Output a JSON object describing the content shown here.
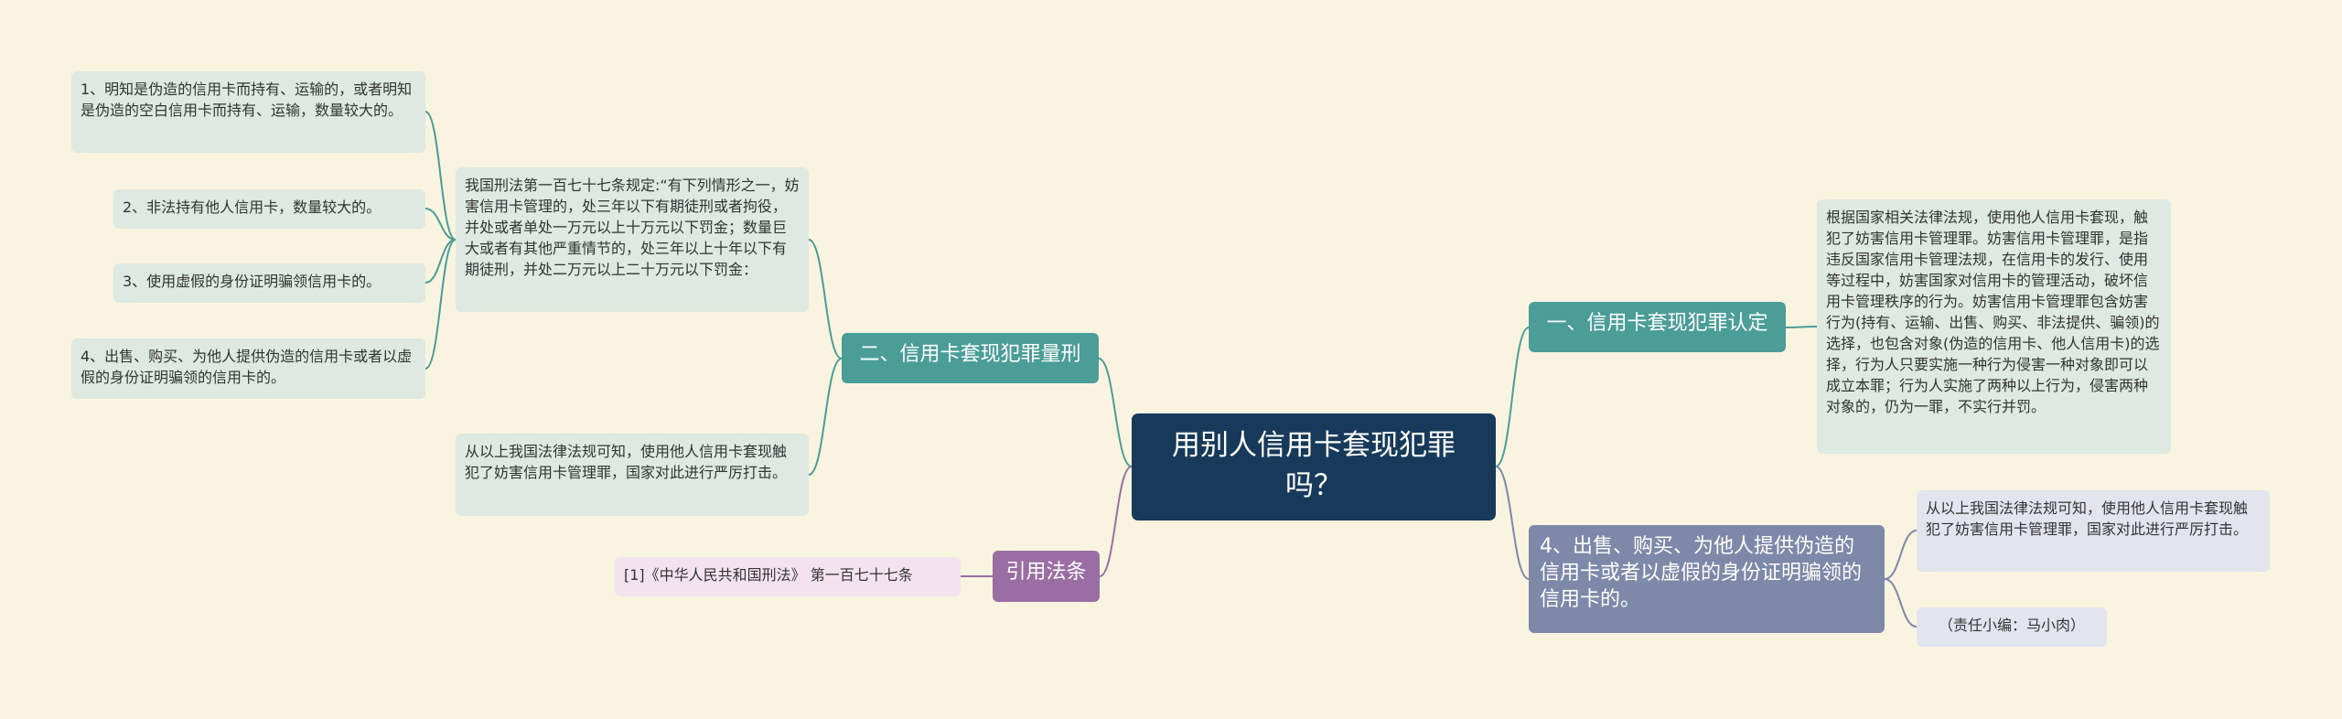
{
  "colors": {
    "background": "#f9f4e0",
    "root": "#173a5a",
    "branch_teal": "#4b9d98",
    "branch_purple": "#9a6ea3",
    "branch_slate": "#7e88a8",
    "leaf_teal": "#dde9e1",
    "leaf_pink": "#f3e3ef",
    "leaf_lavender": "#e3e5ee",
    "line_teal": "#4b9d98",
    "line_purple": "#9a6ea3",
    "line_slate": "#7e88a8"
  },
  "root": {
    "text": "用别人信用卡套现犯罪吗？"
  },
  "left_branch": {
    "label": "二、信用卡套现犯罪量刑",
    "statute": "我国刑法第一百七十七条规定:“有下列情形之一，妨害信用卡管理的，处三年以下有期徒刑或者拘役，并处或者单处一万元以上十万元以下罚金；数量巨大或者有其他严重情节的，处三年以上十年以下有期徒刑，并处二万元以上二十万元以下罚金：",
    "situations": [
      "1、明知是伪造的信用卡而持有、运输的，或者明知是伪造的空白信用卡而持有、运输，数量较大的。",
      "2、非法持有他人信用卡，数量较大的。",
      "3、使用虚假的身份证明骗领信用卡的。",
      "4、出售、购买、为他人提供伪造的信用卡或者以虚假的身份证明骗领的信用卡的。"
    ],
    "conclusion": "从以上我国法律法规可知，使用他人信用卡套现触犯了妨害信用卡管理罪，国家对此进行严厉打击。"
  },
  "citation_branch": {
    "label": "引用法条",
    "item": "[1]《中华人民共和国刑法》 第一百七十七条"
  },
  "right_branch_1": {
    "label": "一、信用卡套现犯罪认定",
    "detail": "根据国家相关法律法规，使用他人信用卡套现，触犯了妨害信用卡管理罪。妨害信用卡管理罪，是指违反国家信用卡管理法规，在信用卡的发行、使用等过程中，妨害国家对信用卡的管理活动，破坏信用卡管理秩序的行为。妨害信用卡管理罪包含妨害行为(持有、运输、出售、购买、非法提供、骗领)的选择，也包含对象(伪造的信用卡、他人信用卡)的选择，行为人只要实施一种行为侵害一种对象即可以成立本罪；行为人实施了两种以上行为，侵害两种对象的，仍为一罪，不实行并罚。"
  },
  "right_branch_2": {
    "label": "4、出售、购买、为他人提供伪造的信用卡或者以虚假的身份证明骗领的信用卡的。",
    "conclusion": "从以上我国法律法规可知，使用他人信用卡套现触犯了妨害信用卡管理罪，国家对此进行严厉打击。",
    "editor": "（责任小编：马小肉）"
  }
}
